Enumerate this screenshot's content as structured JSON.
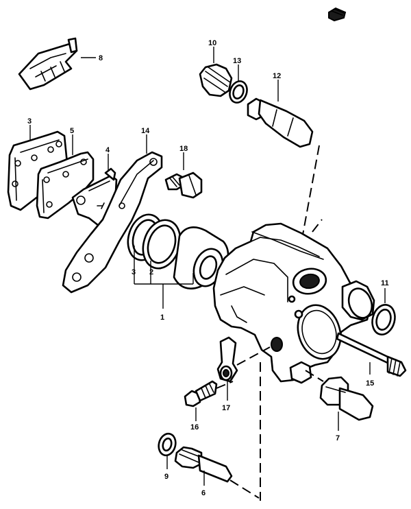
{
  "callouts": {
    "c1": "1",
    "c2": "2",
    "c3": "3",
    "c4": "4",
    "c5": "5",
    "c6": "6",
    "c7": "7",
    "c8": "8",
    "c9": "9",
    "c10": "10",
    "c11": "11",
    "c12": "12",
    "c13": "13",
    "c14": "14",
    "c15": "15",
    "c16": "16",
    "c17": "17",
    "c18": "18"
  },
  "colors": {
    "ink": "#000000",
    "paper": "#ffffff"
  },
  "icons": [
    "logo-mark-icon"
  ]
}
